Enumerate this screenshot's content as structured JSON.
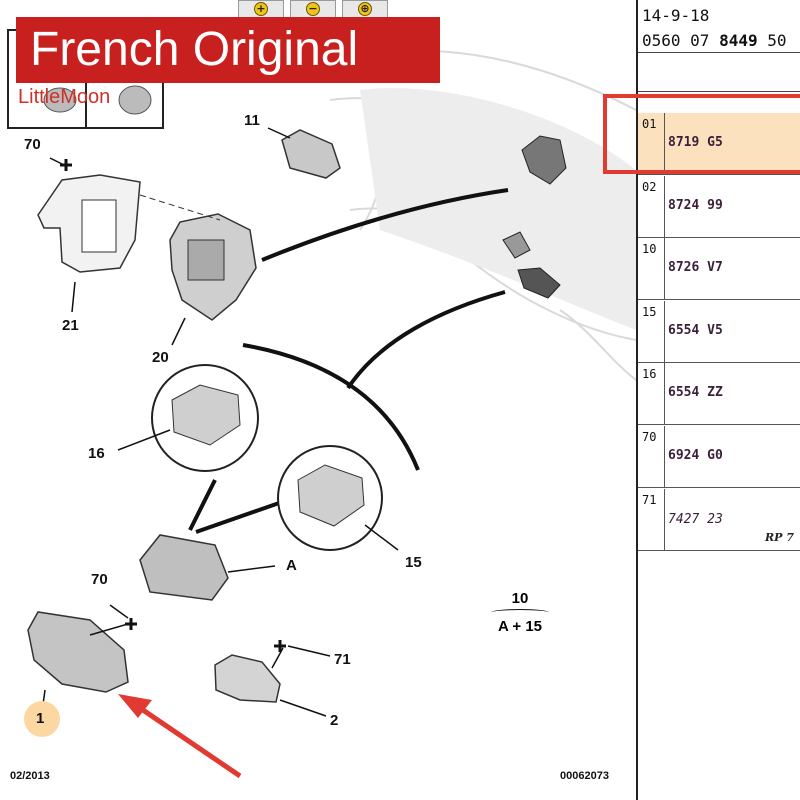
{
  "toolbar": {
    "buttons": [
      {
        "name": "zoom-in-icon",
        "glyph": "+"
      },
      {
        "name": "zoom-out-icon",
        "glyph": "−"
      },
      {
        "name": "zoom-fit-icon",
        "glyph": "⊕"
      }
    ]
  },
  "banner": {
    "title": "French Original",
    "watermark": "LittleMoon",
    "color": "#c8201f"
  },
  "diagram": {
    "callouts": [
      "70",
      "11",
      "21",
      "20",
      "16",
      "15",
      "A",
      "70",
      "71",
      "1",
      "2"
    ],
    "fraction": {
      "top": "10",
      "bottom": "A + 15"
    },
    "footer_left": "02/2013",
    "footer_right": "00062073"
  },
  "panel": {
    "date": "14-9-18",
    "ref_prefix": "0560 07",
    "ref_bold": "8449",
    "ref_suffix": "50",
    "selected_index": 0,
    "rows": [
      {
        "num": "01",
        "code": "8719 G5"
      },
      {
        "num": "02",
        "code": "8724 99"
      },
      {
        "num": "10",
        "code": "8726 V7"
      },
      {
        "num": "15",
        "code": "6554 V5"
      },
      {
        "num": "16",
        "code": "6554 ZZ"
      },
      {
        "num": "70",
        "code": "6924 G0"
      },
      {
        "num": "71",
        "code": "7427 23",
        "extra": "RP 7"
      }
    ]
  }
}
